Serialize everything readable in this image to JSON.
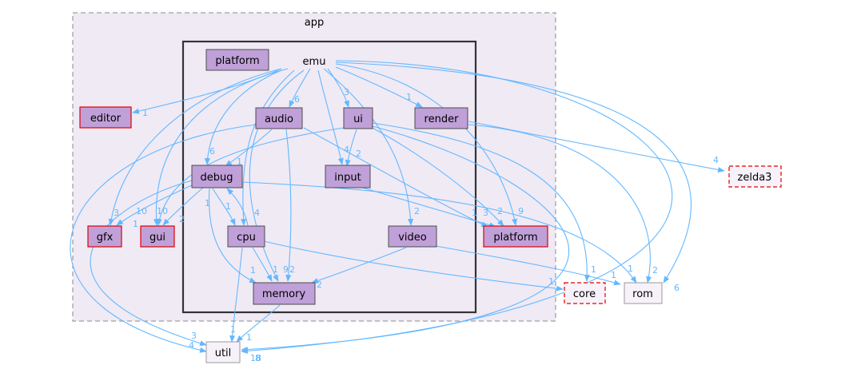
{
  "clusters": {
    "app": {
      "label": "app"
    },
    "emu": {
      "label": "emu"
    }
  },
  "nodes": {
    "platform_inner": {
      "label": "platform"
    },
    "editor": {
      "label": "editor"
    },
    "audio": {
      "label": "audio"
    },
    "ui": {
      "label": "ui"
    },
    "render": {
      "label": "render"
    },
    "debug": {
      "label": "debug"
    },
    "input": {
      "label": "input"
    },
    "gfx": {
      "label": "gfx"
    },
    "gui": {
      "label": "gui"
    },
    "cpu": {
      "label": "cpu"
    },
    "video": {
      "label": "video"
    },
    "platform": {
      "label": "platform"
    },
    "memory": {
      "label": "memory"
    },
    "zelda3": {
      "label": "zelda3"
    },
    "core": {
      "label": "core"
    },
    "rom": {
      "label": "rom"
    },
    "util": {
      "label": "util"
    }
  },
  "edge_labels": {
    "emu_editor": "1",
    "emu_audio": "6",
    "emu_ui": "3",
    "emu_render": "1",
    "emu_debug": "6",
    "emu_input": "4",
    "emu_cpu": "4",
    "emu_video": "2",
    "emu_platform": "9",
    "emu_memory": "9",
    "emu_gfx": "3",
    "emu_gui": "10",
    "emu_rom": "6",
    "emu_util": "18",
    "audio_debug": "1",
    "ui_input": "2",
    "render_zelda3": "4",
    "render_rom": "2",
    "ui_platform": "2",
    "input_platform": "3",
    "audio_platform": "1",
    "debug_gfx": "1",
    "debug_gui": "2",
    "debug_cpu": "1",
    "cpu_debug": "1",
    "debug_memory": "1",
    "cpu_memory": "1",
    "video_memory": "2",
    "audio_memory": "2",
    "cpu_core": "1",
    "cpu_util": "1",
    "memory_util": "1",
    "debug_util": "3",
    "audio_util": "4",
    "video_rom": "1",
    "debug_rom": "1",
    "ui_core": "1",
    "ui_gui": "10",
    "ui_util": "8"
  },
  "colors": {
    "edge": "#63b8ff",
    "app_fill": "#f0eaf5",
    "node_fill": "#c0a0d8",
    "red_border": "#e00000"
  }
}
